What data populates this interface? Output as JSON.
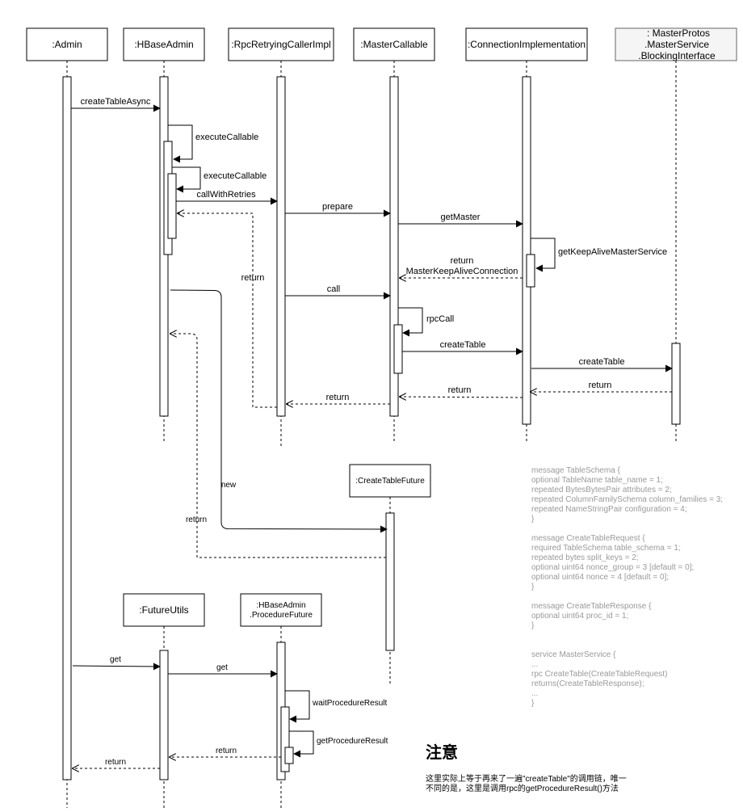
{
  "colors": {
    "line": "#000000",
    "interface_fill": "#f5f5f5",
    "interface_stroke": "#666666",
    "interface_text": "#333333",
    "code_text": "#9a9a9a"
  },
  "participants": {
    "admin": ":Admin",
    "hbaseadmin": ":HBaseAdmin",
    "rpccaller": ":RpcRetryingCallerImpl",
    "mastercallable": ":MasterCallable",
    "connimpl": ":ConnectionImplementation",
    "masterservice": [
      ": MasterProtos",
      ".MasterService",
      ".BlockingInterface"
    ],
    "createtablefuture": ":CreateTableFuture",
    "futureutils": ":FutureUtils",
    "procedurefuture": [
      ":HBaseAdmin",
      ".ProcedureFuture"
    ]
  },
  "messages": {
    "create_table_async": "createTableAsync",
    "execute_callable_1": "executeCallable",
    "execute_callable_2": "executeCallable",
    "call_with_retries": "callWithRetries",
    "prepare": "prepare",
    "get_master": "getMaster",
    "get_keep_alive": "getKeepAliveMasterService",
    "return_master_conn": [
      "return",
      "MasterKeepAliveConnection"
    ],
    "return_to_hbaseadmin": "return",
    "call": "call",
    "rpc_call": "rpcCall",
    "create_table_1": "createTable",
    "create_table_2": "createTable",
    "return_from_service": "return",
    "return_to_callable": "return",
    "return_to_caller": "return",
    "new": "new",
    "return_future": "return",
    "get_1": "get",
    "get_2": "get",
    "wait_procedure_result": "waitProcedureResult",
    "get_procedure_result": "getProcedureResult",
    "return_to_futureutils": "return",
    "return_to_admin": "return"
  },
  "code_block": [
    "message TableSchema {",
    "  optional TableName table_name = 1;",
    "  repeated BytesBytesPair attributes = 2;",
    "  repeated ColumnFamilySchema column_families = 3;",
    "  repeated NameStringPair configuration = 4;",
    "}",
    "",
    "message CreateTableRequest {",
    "  required TableSchema table_schema = 1;",
    "  repeated bytes split_keys = 2;",
    "  optional uint64 nonce_group = 3 [default = 0];",
    "  optional uint64 nonce = 4 [default = 0];",
    "}",
    "",
    "message CreateTableResponse {",
    "  optional uint64 proc_id = 1;",
    "}",
    "",
    "",
    "service MasterService {",
    "  ...",
    "  rpc CreateTable(CreateTableRequest)",
    "    returns(CreateTableResponse);",
    "  ...",
    "}"
  ],
  "note": {
    "title": "注意",
    "lines": [
      "这里实际上等于再来了一遍\"createTable\"的调用链，唯一",
      "不同的是，这里是调用rpc的getProcedureResult()方法"
    ]
  }
}
